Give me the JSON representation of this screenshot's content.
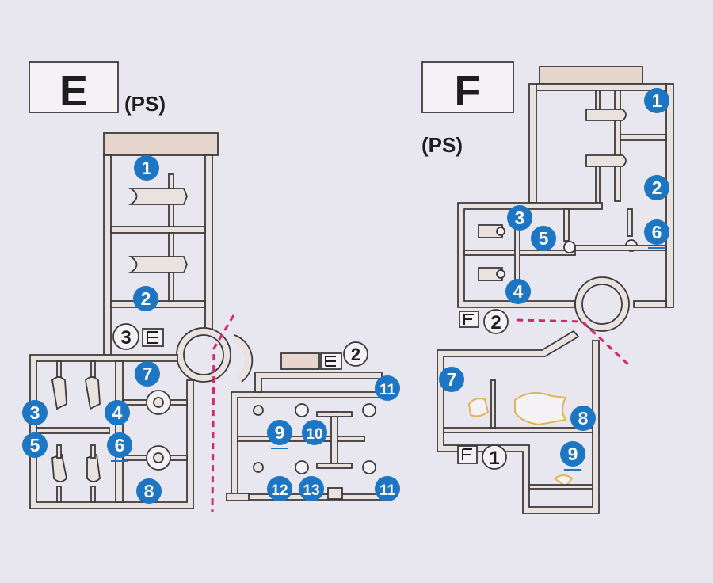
{
  "sprue_e": {
    "letter": "E",
    "material": "(PS)",
    "upper_sub_label": "3",
    "right_sub_label": "2",
    "parts": {
      "p1": "1",
      "p2": "2",
      "p3": "3",
      "p4": "4",
      "p5": "5",
      "p6": "6",
      "p7": "7",
      "p8": "8",
      "p9": "9",
      "p10": "10",
      "p11a": "11",
      "p11b": "11",
      "p12": "12",
      "p13": "13"
    }
  },
  "sprue_f": {
    "letter": "F",
    "material": "(PS)",
    "upper_sub_label": "2",
    "lower_sub_label": "1",
    "parts": {
      "p1": "1",
      "p2": "2",
      "p3": "3",
      "p4": "4",
      "p5": "5",
      "p6": "6",
      "p7": "7",
      "p8": "8",
      "p9": "9"
    }
  },
  "colors": {
    "background": "#e8e7f0",
    "runner_fill": "#eae2de",
    "runner_stroke": "#3d3a3d",
    "tag_fill": "#e7d6cd",
    "callout_fill": "#1d76c4",
    "callout_text": "#ffffff",
    "cut_line": "#d6246f",
    "gate_mark": "#e3b35a"
  }
}
